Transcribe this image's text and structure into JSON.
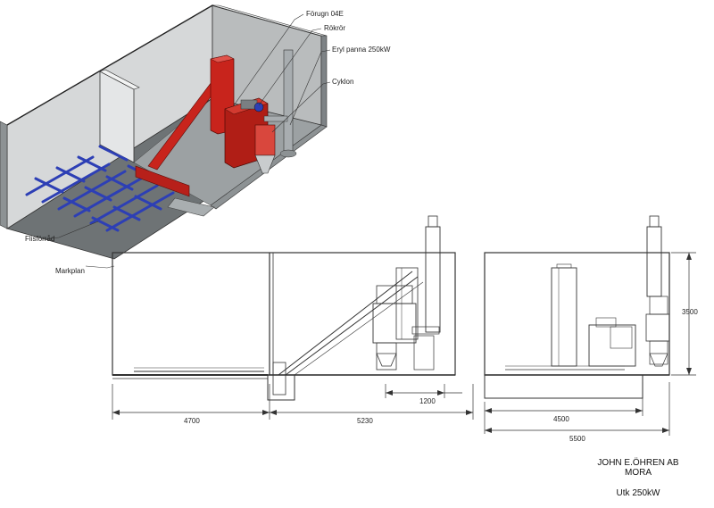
{
  "labels": {
    "forugn": "Förugn 04E",
    "rokror": "Rökrör",
    "eryl": "Eryl panna 250kW",
    "cyklon": "Cyklon",
    "flisforrad": "Flisförråd",
    "markplan": "Markplan"
  },
  "dimensions": {
    "left_length": "4700",
    "right_length": "5230",
    "offset": "1200",
    "height": "3500",
    "side_inner": "4500",
    "side_total": "5500"
  },
  "title_block": {
    "company": "JOHN E.ÖHREN AB",
    "city": "MORA",
    "output": "Utk 250kW"
  },
  "colors": {
    "boiler_red": "#c8241c",
    "floor_blue": "#2d3fb5",
    "wall_gray": "#8a8f92",
    "wall_light": "#d8dadb"
  }
}
